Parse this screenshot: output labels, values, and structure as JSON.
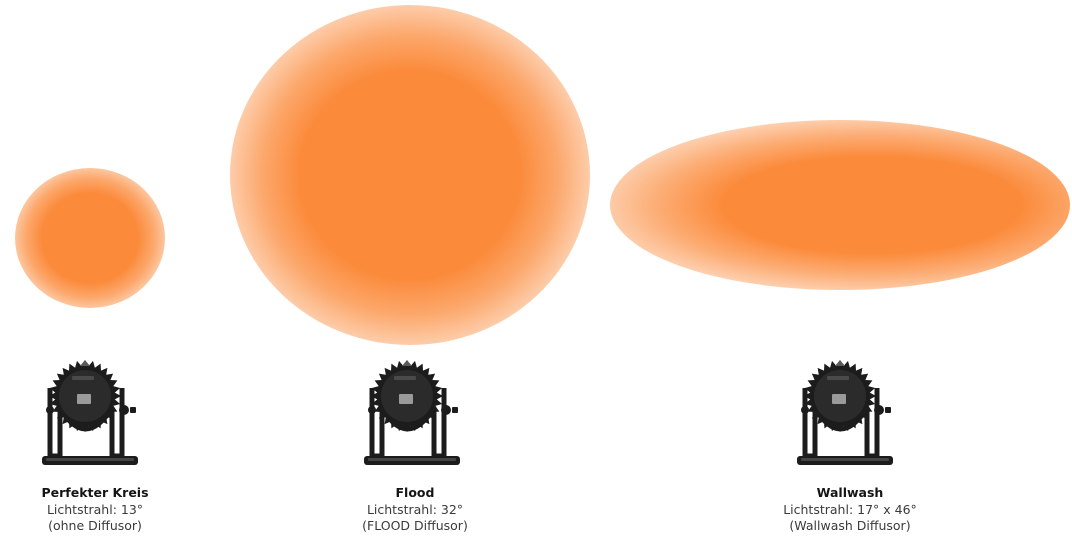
{
  "beam_color": "#fb8a3a",
  "fixture_color": "#1c1c1c",
  "items": [
    {
      "name": "Perfekter Kreis",
      "beam": "Lichtstrahl: 13°",
      "diffuser": "(ohne Diffusor)"
    },
    {
      "name": "Flood",
      "beam": "Lichtstrahl: 32°",
      "diffuser": "(FLOOD Diffusor)"
    },
    {
      "name": "Wallwash",
      "beam": "Lichtstrahl: 17° x 46°",
      "diffuser": "(Wallwash Diffusor)"
    }
  ]
}
